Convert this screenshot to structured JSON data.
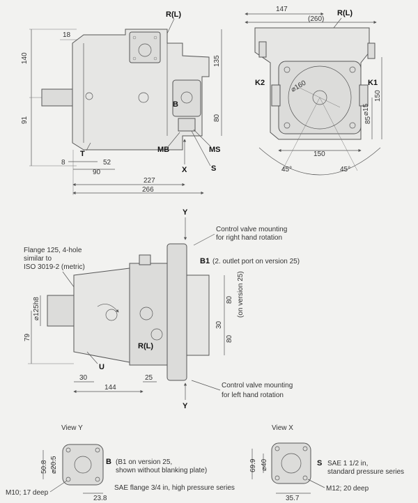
{
  "views": {
    "top_left": {
      "ports": {
        "r_l": "R(L)",
        "b": "B",
        "mb": "MB",
        "ms": "MS",
        "x": "X",
        "s": "S",
        "t": "T"
      },
      "dims": {
        "d18": "18",
        "d140": "140",
        "d91": "91",
        "d135": "135",
        "d80": "80",
        "d8": "8",
        "d52": "52",
        "d90": "90",
        "d227": "227",
        "d266": "266"
      }
    },
    "top_right": {
      "ports": {
        "r_l": "R(L)",
        "k2": "K2",
        "k1": "K1"
      },
      "dims": {
        "d147": "147",
        "d260": "(260)",
        "d160": "⌀160",
        "d15": "⌀15",
        "d150v": "150",
        "d85": "85",
        "d150h": "150",
        "a45l": "45°",
        "a45r": "45°"
      }
    },
    "middle": {
      "ports": {
        "y_top": "Y",
        "y_bottom": "Y",
        "b1": "B1",
        "r_l": "R(L)",
        "u": "U"
      },
      "notes": {
        "flange": [
          "Flange 125, 4-hole",
          "similar to",
          "ISO 3019-2 (metric)"
        ],
        "cv_right": [
          "Control valve mounting",
          "for right hand rotation"
        ],
        "b1_note": "(2. outlet port on version 25)",
        "cv_left": [
          "Control valve mounting",
          "for left hand rotation"
        ],
        "on_version": "(on version 25)"
      },
      "dims": {
        "d125": "⌀125h8",
        "d79": "79",
        "d30a": "30",
        "d144": "144",
        "d25": "25",
        "d80a": "80",
        "d30b": "30",
        "d80b": "80"
      }
    },
    "view_y": {
      "title": "View Y",
      "port": "B",
      "notes": [
        "(B1 on version 25,",
        "shown without blanking plate)",
        "SAE flange 3/4 in, high pressure series",
        "M10; 17 deep"
      ],
      "dims": {
        "d508": "50.8",
        "d205": "⌀20.5",
        "d238": "23.8"
      }
    },
    "view_x": {
      "title": "View X",
      "port": "S",
      "notes": [
        "SAE 1 1/2 in,",
        "standard pressure series",
        "M12; 20 deep"
      ],
      "dims": {
        "d699": "69.9",
        "d40": "⌀40",
        "d357": "35.7"
      }
    }
  }
}
